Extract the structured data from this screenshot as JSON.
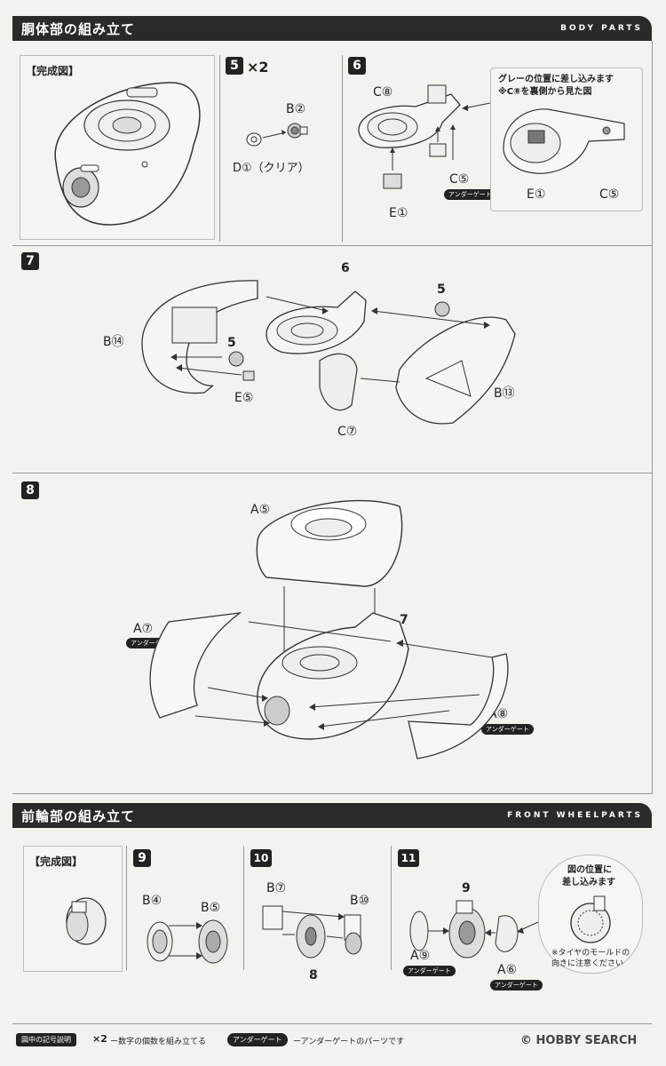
{
  "body_section": {
    "title_jp": "胴体部の組み立て",
    "title_en": "BODY PARTS"
  },
  "front_section": {
    "title_jp": "前輪部の組み立て",
    "title_en": "FRONT WHEELPARTS"
  },
  "completed_label": "【完成図】",
  "under_gate": "アンダーゲート",
  "step5": {
    "num": "5",
    "mult": "×2",
    "part_b": "B②",
    "part_d": "D①（クリア）"
  },
  "step6": {
    "num": "6",
    "part_c8": "C⑧",
    "part_c5": "C⑤",
    "part_e1": "E①",
    "note_line1": "グレーの位置に差し込みます",
    "note_line2": "※C⑧を裏側から見た図",
    "inset_e1": "E①",
    "inset_c5": "C⑤"
  },
  "step7": {
    "num": "7",
    "ref6": "6",
    "ref5a": "5",
    "ref5b": "5",
    "part_b14": "B⑭",
    "part_e5": "E⑤",
    "part_c7": "C⑦",
    "part_b13": "B⑬"
  },
  "step8": {
    "num": "8",
    "part_a5": "A⑤",
    "part_a7": "A⑦",
    "part_a8": "A⑧",
    "ref7": "7"
  },
  "step9": {
    "num": "9",
    "part_b4": "B④",
    "part_b5": "B⑤"
  },
  "step10": {
    "num": "10",
    "part_b7": "B⑦",
    "part_b10": "B⑩",
    "ref8": "8"
  },
  "step11": {
    "num": "11",
    "ref9": "9",
    "part_a9": "A⑨",
    "part_a6": "A⑥",
    "note_line1": "図の位置に",
    "note_line2": "差し込みます",
    "tire_note1": "※タイヤのモールドの",
    "tire_note2": "向きに注意ください"
  },
  "legend": {
    "title": "図中の記号説明",
    "mult_symbol": "×2",
    "mult_desc": "ー数字の個数を組み立てる",
    "gate_tag": "アンダーゲート",
    "gate_desc": "ーアンダーゲートのパーツです"
  },
  "watermark": "© HOBBY SEARCH"
}
